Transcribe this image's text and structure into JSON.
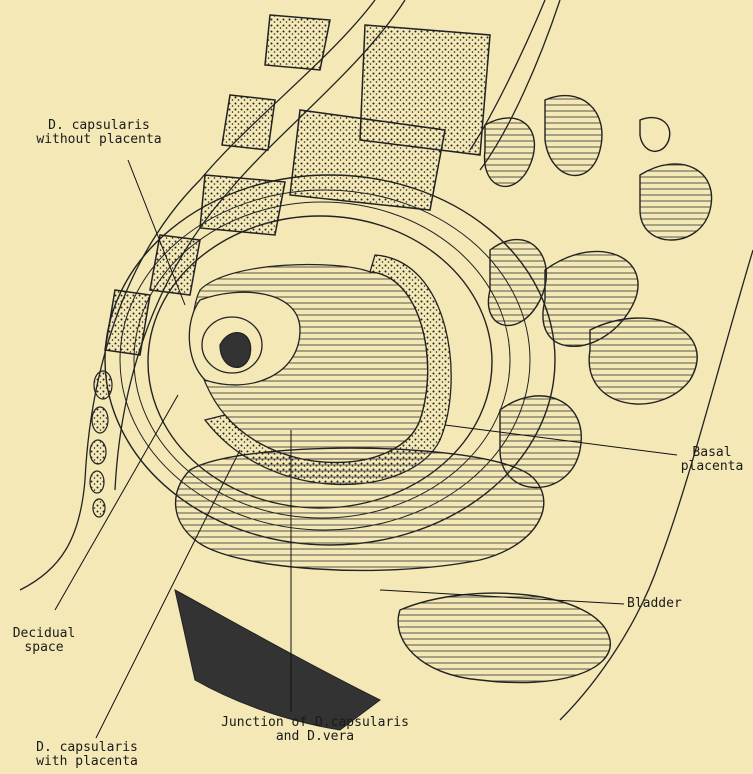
{
  "labels": {
    "capsularis_without": [
      "D. capsularis",
      "without placenta"
    ],
    "basal": [
      "Basal",
      "placenta"
    ],
    "bladder": "Bladder",
    "decidual_space": [
      "Decidual",
      "space"
    ],
    "capsularis_with": [
      "D. capsularis",
      "with placenta"
    ],
    "junction": [
      "Junction of D.capsularis",
      "and D.vera"
    ]
  },
  "colors": {
    "background": "#f3e8b6",
    "ink": "#1a1a1a"
  }
}
